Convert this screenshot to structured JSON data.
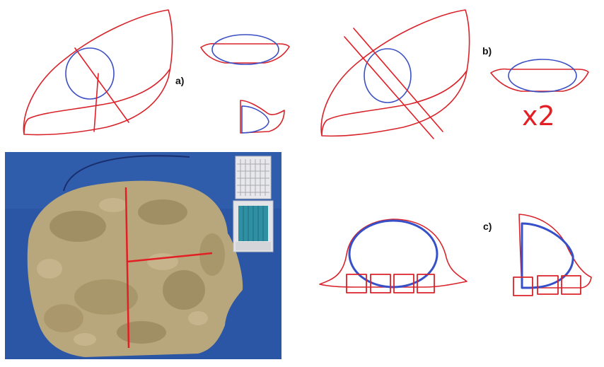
{
  "labels": {
    "a": "a)",
    "b": "b)",
    "c": "c)",
    "multiplier": "x2"
  },
  "colors": {
    "outline": "#d9232a",
    "ellipse": "#3b4fc4",
    "cut_line": "#e31e24",
    "photo_background": "#2b56a6",
    "specimen": "#b8a77c",
    "cassette_white": "#e8e8ea",
    "cassette_teal": "#2f8fa3"
  },
  "icons": [
    "breast-specimen-sketch",
    "specimen-photo",
    "tissue-cassette"
  ]
}
